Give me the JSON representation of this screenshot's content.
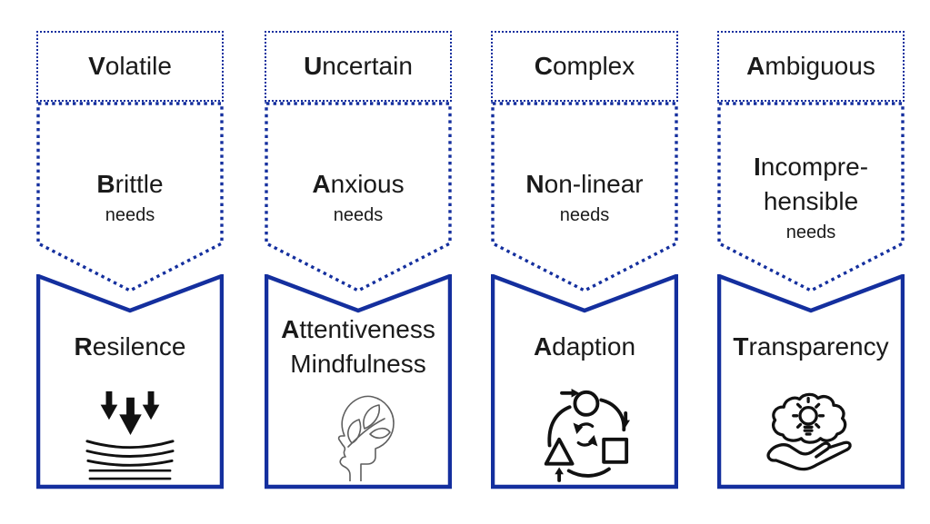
{
  "colors": {
    "border_navy": "#142f9e",
    "text": "#1a1a1a",
    "icon_black": "#111111",
    "head_icon_gray": "#5f5f5f"
  },
  "columns": [
    {
      "top_label": {
        "lead": "V",
        "rest": "olatile"
      },
      "middle": {
        "lead": "B",
        "rest": "rittle",
        "line2": "",
        "sub": "needs"
      },
      "bottom": {
        "lead": "R",
        "rest": "esilence",
        "line2": "",
        "icon": "resilience-compression-icon"
      }
    },
    {
      "top_label": {
        "lead": "U",
        "rest": "ncertain"
      },
      "middle": {
        "lead": "A",
        "rest": "nxious",
        "line2": "",
        "sub": "needs"
      },
      "bottom": {
        "lead": "A",
        "rest": "ttentiveness",
        "line2": "Mindfulness",
        "icon": "mindfulness-head-leaves-icon"
      }
    },
    {
      "top_label": {
        "lead": "C",
        "rest": "omplex"
      },
      "middle": {
        "lead": "N",
        "rest": "on-linear",
        "line2": "",
        "sub": "needs"
      },
      "bottom": {
        "lead": "A",
        "rest": "daption",
        "line2": "",
        "icon": "adaption-cycle-icon"
      }
    },
    {
      "top_label": {
        "lead": "A",
        "rest": "mbiguous"
      },
      "middle": {
        "lead": "I",
        "rest": "ncompre-",
        "line2": "hensible",
        "sub": "needs"
      },
      "bottom": {
        "lead": "T",
        "rest": "ransparency",
        "line2": "",
        "icon": "brain-idea-hand-icon"
      }
    }
  ]
}
